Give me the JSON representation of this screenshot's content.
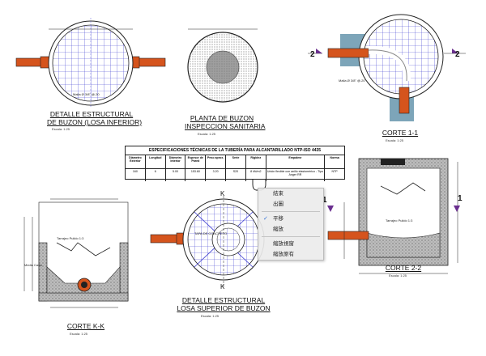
{
  "drawing": {
    "titles": {
      "losa_inferior": [
        "DETALLE ESTRUCTURAL",
        "DE BUZON (LOSA INFERIOR)"
      ],
      "planta": [
        "PLANTA DE BUZON",
        "INSPECCION SANITARIA"
      ],
      "corte_1_1": "CORTE 1-1",
      "corte_k_k": "CORTE K-K",
      "losa_superior": [
        "DETALLE ESTRUCTURAL",
        "LOSA SUPERIOR DE BUZON"
      ],
      "corte_2_2": "CORTE 2-2"
    },
    "scale_label": "Escala: 1:25",
    "section_markers": {
      "one": "1",
      "two": "2",
      "k": "K"
    },
    "notes": {
      "malla": "Malla Ø 3/8\" @.20",
      "tarrajeo": "Tarrajeo Pulido 1:3",
      "losa_descarga": "TAPA DE CONCRETO",
      "media_cana": "Media Caña"
    }
  },
  "spec_table": {
    "title": "ESPECIFICACIONES TÉCNICAS DE LA TUBERÍA PARA ALCANTARILLADO NTP-ISO 4435",
    "headers": [
      "Diámetro Exterior",
      "Longitud",
      "Diámetro Interior",
      "Espesor de Pared",
      "Peso aprox.",
      "Serie",
      "Rigidez",
      "Empalme",
      "Norma"
    ],
    "values": [
      "160",
      "6",
      "5.00",
      "153.60",
      "3.20",
      "S20",
      "8 kN/m2",
      "Unión flexible con anillo elastomérico - Tipo Anger RR",
      "NTP"
    ]
  },
  "context_menu": {
    "items": [
      {
        "label": "結束",
        "checked": false
      },
      {
        "label": "出圖",
        "checked": false
      },
      {
        "label": "平移",
        "checked": true
      },
      {
        "label": "縮放",
        "checked": false
      },
      {
        "label": "縮放視窗",
        "checked": false
      },
      {
        "label": "縮放原有",
        "checked": false
      }
    ]
  },
  "colors": {
    "pipe": "#d5541d",
    "grid": "#3a3ad0",
    "concrete": "#a8a8a8",
    "water": "#5d8fa8",
    "line": "#222222"
  }
}
